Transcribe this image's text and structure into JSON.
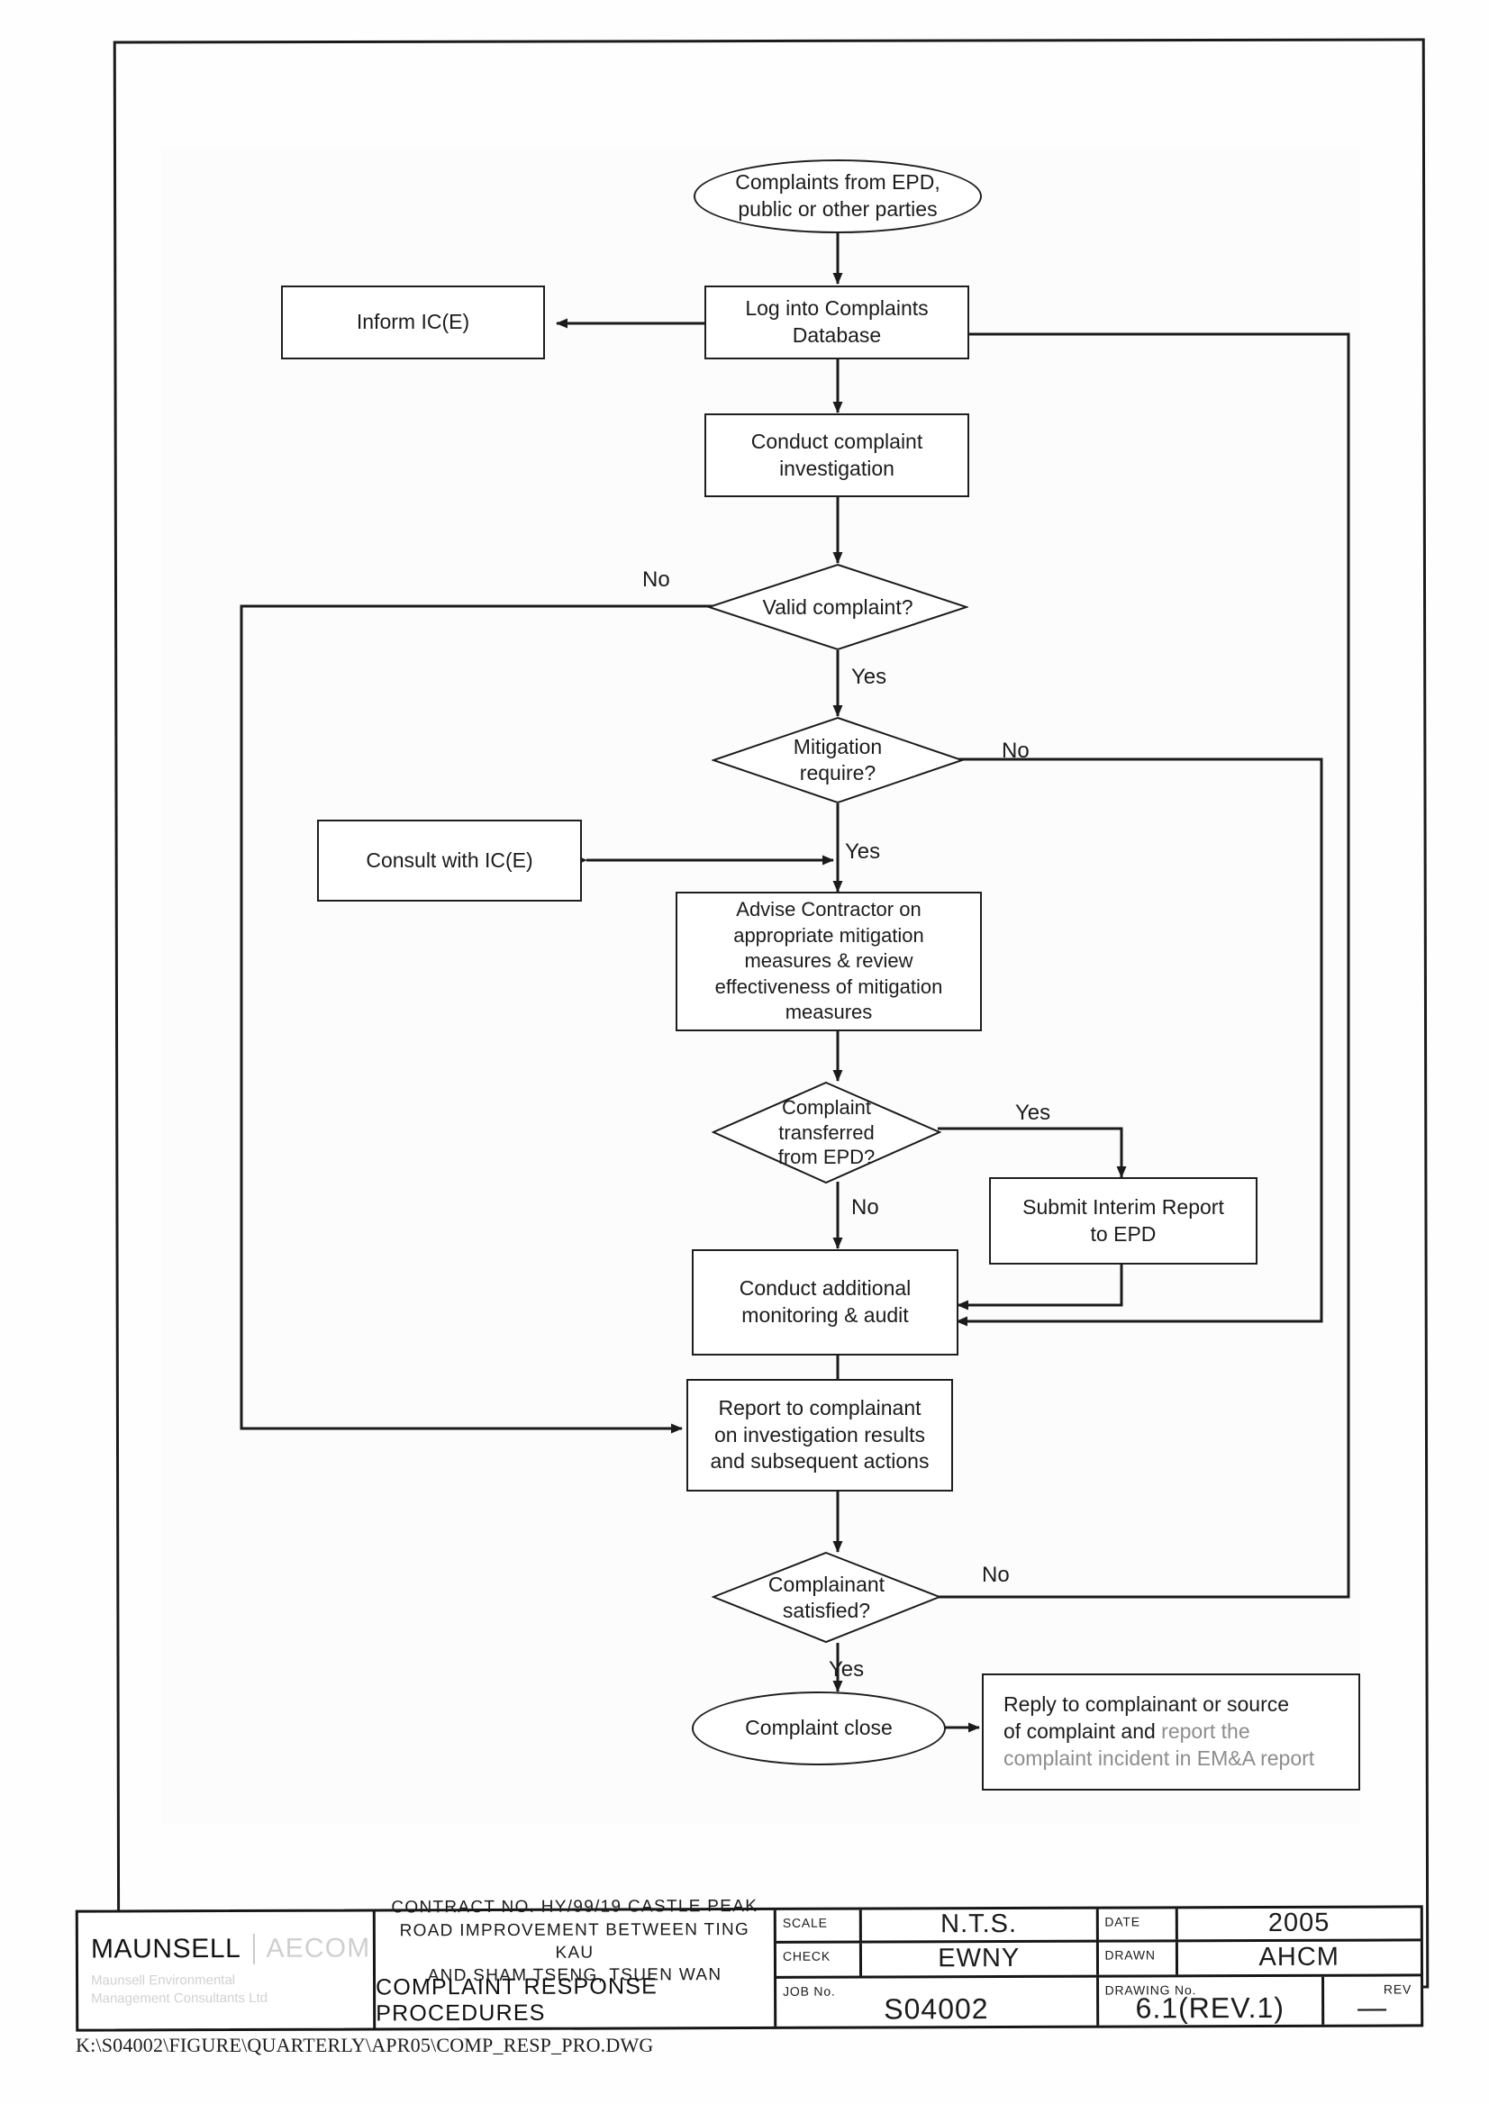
{
  "drawing": {
    "file_path": "K:\\S04002\\FIGURE\\QUARTERLY\\APR05\\COMP_RESP_PRO.DWG"
  },
  "flow": {
    "nodes": {
      "start": "Complaints from EPD,\npublic or other parties",
      "inform_ice": "Inform IC(E)",
      "log_db": "Log into Complaints\nDatabase",
      "investigate": "Conduct complaint\ninvestigation",
      "valid": "Valid complaint?",
      "mitigation": "Mitigation\nrequire?",
      "consult_ice": "Consult with IC(E)",
      "advise": "Advise Contractor on\nappropriate mitigation\nmeasures & review\neffectiveness of mitigation\nmeasures",
      "transferred": "Complaint\ntransferred\nfrom EPD?",
      "interim_report": "Submit Interim Report\nto EPD",
      "additional_mon": "Conduct additional\nmonitoring & audit",
      "report_complainant": "Report to complainant\non investigation results\nand subsequent actions",
      "satisfied": "Complainant\nsatisfied?",
      "complaint_close": "Complaint close",
      "reply_line1": "Reply to complainant or source",
      "reply_line2a": "of complaint and ",
      "reply_line2b": "report the",
      "reply_line3": "complaint incident in EM&A report"
    },
    "edge_labels": {
      "valid_no": "No",
      "valid_yes": "Yes",
      "mitigation_no": "No",
      "mitigation_yes": "Yes",
      "transferred_yes": "Yes",
      "transferred_no": "No",
      "satisfied_no": "No",
      "satisfied_yes": "Yes"
    }
  },
  "title_block": {
    "logo": {
      "primary": "MAUNSELL",
      "secondary": "AECOM",
      "subtitle": "Maunsell Environmental\nManagement Consultants Ltd"
    },
    "contract_text": "CONTRACT NO.  HY/99/19  CASTLE  PEAK\nROAD  IMPROVEMENT  BETWEEN  TING  KAU\nAND  SHAM  TSENG,  TSUEN  WAN",
    "drawing_title": "COMPLAINT  RESPONSE  PROCEDURES",
    "fields": {
      "scale_label": "SCALE",
      "scale_value": "N.T.S.",
      "date_label": "DATE",
      "date_value": "2005",
      "check_label": "CHECK",
      "check_value": "EWNY",
      "drawn_label": "DRAWN",
      "drawn_value": "AHCM",
      "job_no_label": "JOB  No.",
      "job_no_value": "S04002",
      "drawing_no_label": "DRAWING  No.",
      "drawing_no_value": "6.1(REV.1)",
      "rev_label": "REV",
      "rev_value": "—"
    }
  }
}
